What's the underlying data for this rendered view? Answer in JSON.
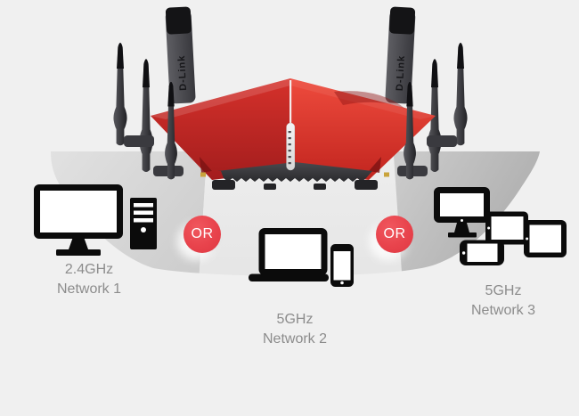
{
  "router": {
    "brand": "D-Link"
  },
  "badges": [
    {
      "label": "OR"
    },
    {
      "label": "OR"
    }
  ],
  "networks": [
    {
      "freq": "2.4GHz",
      "name": "Network 1"
    },
    {
      "freq": "5GHz",
      "name": "Network 2"
    },
    {
      "freq": "5GHz",
      "name": "Network 3"
    }
  ],
  "icons": {
    "network1": [
      "desktop-monitor-icon",
      "tower-pc-icon"
    ],
    "network2": [
      "laptop-icon",
      "smartphone-icon"
    ],
    "network3": [
      "monitor-icon",
      "tablet-landscape-icon",
      "tablet-icon",
      "smartphone-landscape-icon"
    ]
  },
  "colors": {
    "background": "#f0f0f0",
    "badge_red": "#e8434c",
    "router_red": "#d8302a",
    "label_gray": "#8c8c8c",
    "device_black": "#0b0b0b",
    "coverage_light": "#eaeaea",
    "coverage_dark": "#b3b3b3"
  }
}
